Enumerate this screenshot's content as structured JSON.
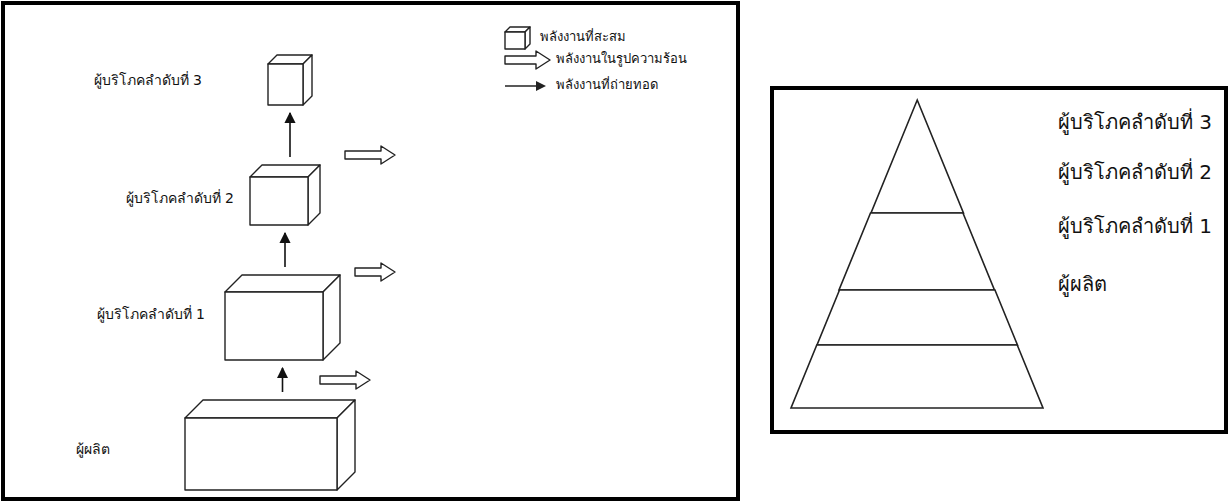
{
  "diagram": {
    "nodes": [
      {
        "text": [
          "ผู้บริโภคลำดับที่ 3"
        ]
      },
      {
        "text": [
          "ผู้บริโภคลำดับที่ 2"
        ]
      },
      {
        "text": [
          "ผู้บริโภคลำดับที่ 1"
        ]
      },
      {
        "text": [
          "ผู้ผลิต"
        ]
      },
      {
        "text": [
          "ผู้บริโภคลำดับที่ 3"
        ]
      },
      {
        "text": [
          "ผู้บริโภคลำดับที่ 2"
        ]
      },
      {
        "text": [
          "ผู้บริโภคลำดับที่ 1"
        ]
      },
      {
        "text": [
          "ผู้ผลิต"
        ]
      }
    ],
    "edges": [
      {
        "from": 3,
        "to": 2,
        "arrow": "to"
      },
      {
        "from": 2,
        "to": 1,
        "arrow": "to"
      },
      {
        "from": 1,
        "to": 0,
        "arrow": "to"
      }
    ],
    "legend": [
      {
        "text": "พลังงานที่สะสม"
      },
      {
        "text": "พลังงานในรูปความร้อน"
      },
      {
        "text": "พลังงานที่ถ่ายทอด"
      }
    ]
  }
}
